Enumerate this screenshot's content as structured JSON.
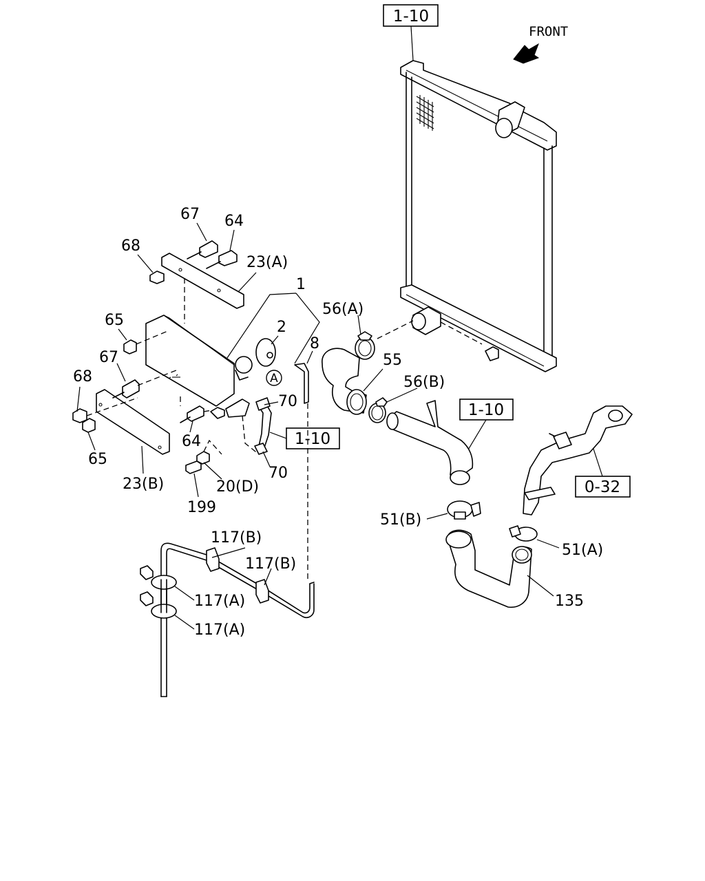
{
  "direction": {
    "text": "FRONT",
    "icon": "front-arrow-icon"
  },
  "references": {
    "radiator_top": "1-10",
    "hose_side": "1-10",
    "pipe_side": "1-10",
    "exhaust_side": "0-32"
  },
  "circle_marker": "A",
  "callouts": {
    "p67_top": "67",
    "p64_top": "64",
    "p68_top": "68",
    "p23a": "23(A)",
    "p1": "1",
    "p2": "2",
    "p8": "8",
    "p65_top": "65",
    "p67_mid": "67",
    "p68_mid": "68",
    "p65_bot": "65",
    "p23b": "23(B)",
    "p64_bot": "64",
    "p70_top": "70",
    "p70_bot": "70",
    "p20d": "20(D)",
    "p199": "199",
    "p56a": "56(A)",
    "p55": "55",
    "p56b": "56(B)",
    "p51b": "51(B)",
    "p51a": "51(A)",
    "p135": "135",
    "p117b_1": "117(B)",
    "p117b_2": "117(B)",
    "p117a_1": "117(A)",
    "p117a_2": "117(A)"
  }
}
